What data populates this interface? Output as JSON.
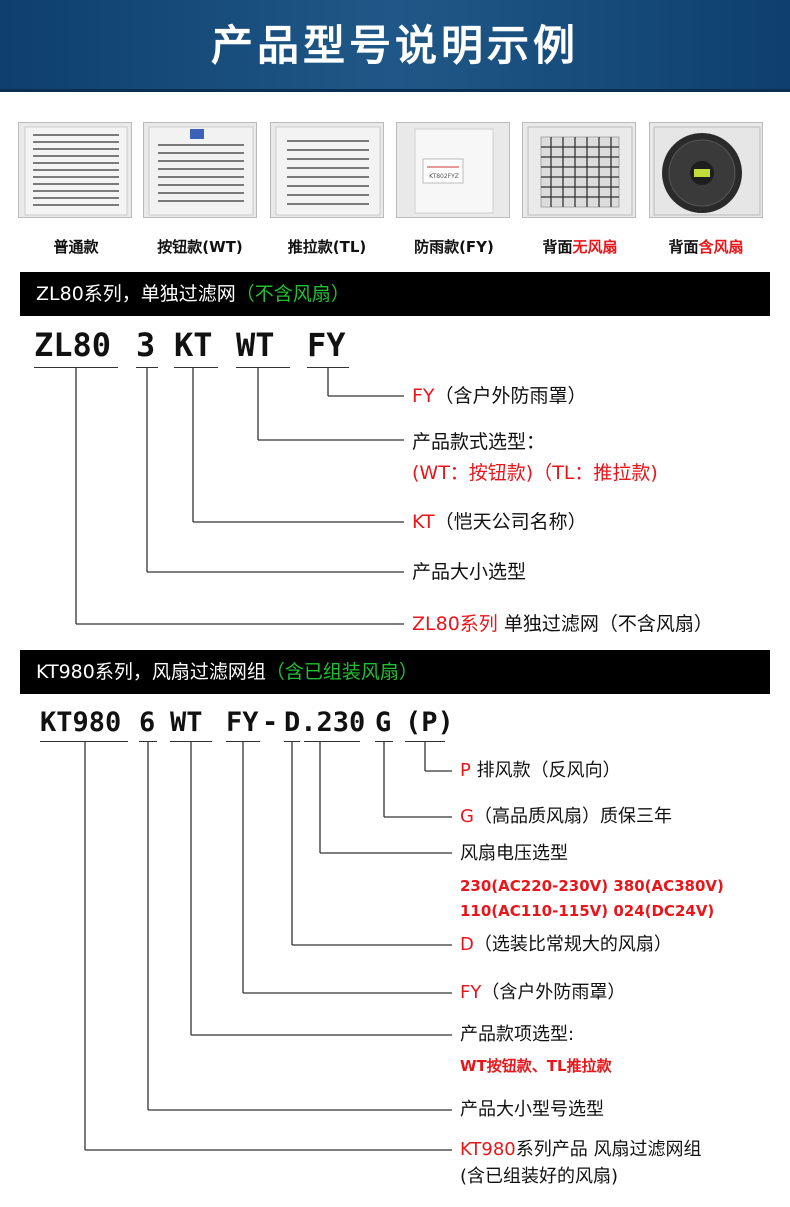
{
  "header": {
    "title": "产品型号说明示例"
  },
  "products": [
    {
      "caption_pre": "普通款",
      "caption_red": "",
      "caption_post": ""
    },
    {
      "caption_pre": "按钮款(WT)",
      "caption_red": "",
      "caption_post": ""
    },
    {
      "caption_pre": "推拉款(TL)",
      "caption_red": "",
      "caption_post": ""
    },
    {
      "caption_pre": "防雨款(FY)",
      "caption_red": "",
      "caption_post": ""
    },
    {
      "caption_pre": "背面",
      "caption_red": "无风扇",
      "caption_post": ""
    },
    {
      "caption_pre": "背面",
      "caption_red": "含风扇",
      "caption_post": ""
    }
  ],
  "product_photo_text": "KT802FYZ",
  "section1": {
    "title": "ZL80系列，单独过滤网",
    "title_green": "（不含风扇）",
    "code": [
      "ZL80",
      "3",
      "KT",
      "WT",
      "FY"
    ],
    "labels": {
      "fy_code": "FY",
      "fy_desc": "（含户外防雨罩）",
      "style_title": "产品款式选型：",
      "style_options": "(WT：按钮款)（TL：推拉款)",
      "kt_code": "KT",
      "kt_desc": "（恺天公司名称）",
      "size": "产品大小选型",
      "series_code": "ZL80系列",
      "series_desc": " 单独过滤网（不含风扇）"
    }
  },
  "section2": {
    "title": "KT980系列，风扇过滤网组",
    "title_green": "（含已组装风扇）",
    "code": [
      "KT980",
      "6",
      "WT",
      "FY",
      "-",
      "D.230",
      "G",
      "(P)"
    ],
    "labels": {
      "p_code": "P",
      "p_desc": " 排风款（反风向）",
      "g_code": "G",
      "g_desc": "（高品质风扇）质保三年",
      "voltage_title": "风扇电压选型",
      "voltage_line1": "230(AC220-230V) 380(AC380V)",
      "voltage_line2": "110(AC110-115V) 024(DC24V)",
      "d_code": "D",
      "d_desc": "（选装比常规大的风扇）",
      "fy_code": "FY",
      "fy_desc": "（含户外防雨罩）",
      "style_title": "产品款项选型:",
      "style_options": "WT按钮款、TL推拉款",
      "size": "产品大小型号选型",
      "series_code": "KT980",
      "series_desc": "系列产品 风扇过滤网组",
      "series_desc2": "(含已组装好的风扇)"
    }
  }
}
